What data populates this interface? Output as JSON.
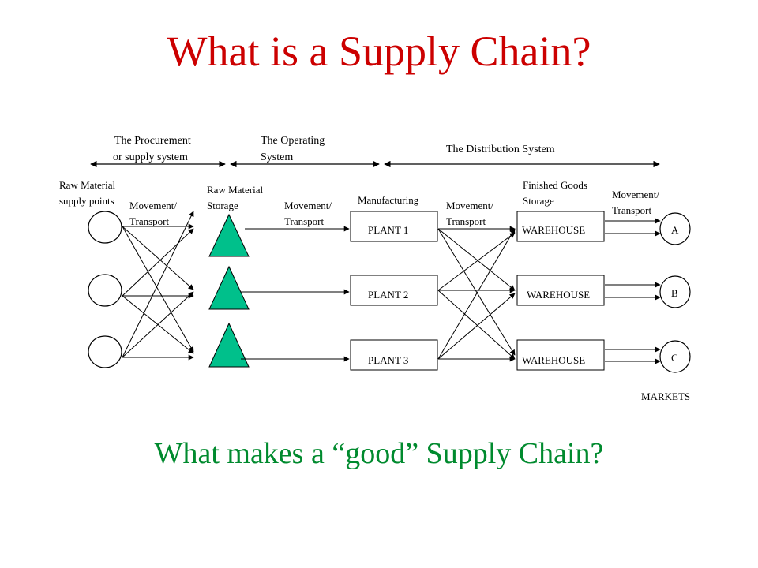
{
  "title": "What is a Supply Chain?",
  "subtitle": "What makes a “good” Supply Chain?",
  "systems": {
    "procurement": [
      "The Procurement",
      "or supply system"
    ],
    "operating": [
      "The Operating",
      "System"
    ],
    "distribution": "The Distribution System"
  },
  "labels": {
    "raw_material_supply": [
      "Raw Material",
      "supply points"
    ],
    "movement_transport_1": [
      "Movement/",
      "Transport"
    ],
    "raw_material_storage": [
      "Raw Material",
      "Storage"
    ],
    "movement_transport_2": [
      "Movement/",
      "Transport"
    ],
    "manufacturing": "Manufacturing",
    "movement_transport_3": [
      "Movement/",
      "Transport"
    ],
    "finished_goods_storage": [
      "Finished Goods",
      "Storage"
    ],
    "movement_transport_4": [
      "Movement/",
      "Transport"
    ],
    "markets": "MARKETS"
  },
  "plants": [
    "PLANT 1",
    "PLANT 2",
    "PLANT 3"
  ],
  "warehouses": [
    "WAREHOUSE",
    "WAREHOUSE",
    "WAREHOUSE"
  ],
  "markets": [
    "A",
    "B",
    "C"
  ],
  "colors": {
    "title": "#cc0000",
    "subtitle": "#008a2e",
    "storage_triangle": "#00c08b"
  }
}
